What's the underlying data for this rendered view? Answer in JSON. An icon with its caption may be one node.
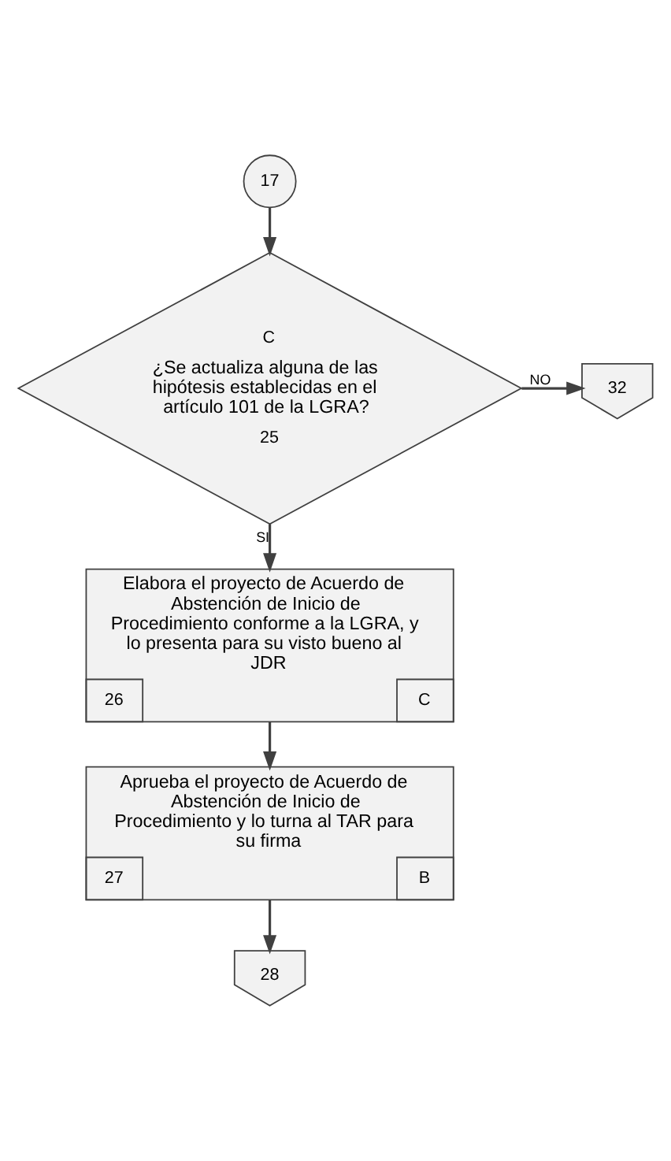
{
  "diagram": {
    "nodes": [
      {
        "text": [
          "17"
        ]
      },
      {
        "text": [
          "C",
          "¿Se actualiza alguna de las hipótesis establecidas en el artículo 101 de la LGRA?",
          "25"
        ]
      },
      {
        "text": [
          "32"
        ]
      },
      {
        "text": [
          "Elabora el proyecto de Acuerdo de Abstención de Inicio de Procedimiento conforme a la LGRA, y lo presenta para su visto bueno al JDR",
          "26",
          "C"
        ]
      },
      {
        "text": [
          "Aprueba el proyecto de Acuerdo de Abstención de Inicio de Procedimiento y lo turna al TAR para su firma",
          "27",
          "B"
        ]
      },
      {
        "text": [
          "28"
        ]
      }
    ],
    "edges": [
      {
        "from": 0,
        "to": 1,
        "arrow": "to"
      },
      {
        "from": 1,
        "to": 2,
        "arrow": "to",
        "label": "NO"
      },
      {
        "from": 1,
        "to": 3,
        "arrow": "to",
        "label": "SI"
      },
      {
        "from": 3,
        "to": 4,
        "arrow": "to"
      },
      {
        "from": 4,
        "to": 5,
        "arrow": "to"
      }
    ]
  }
}
